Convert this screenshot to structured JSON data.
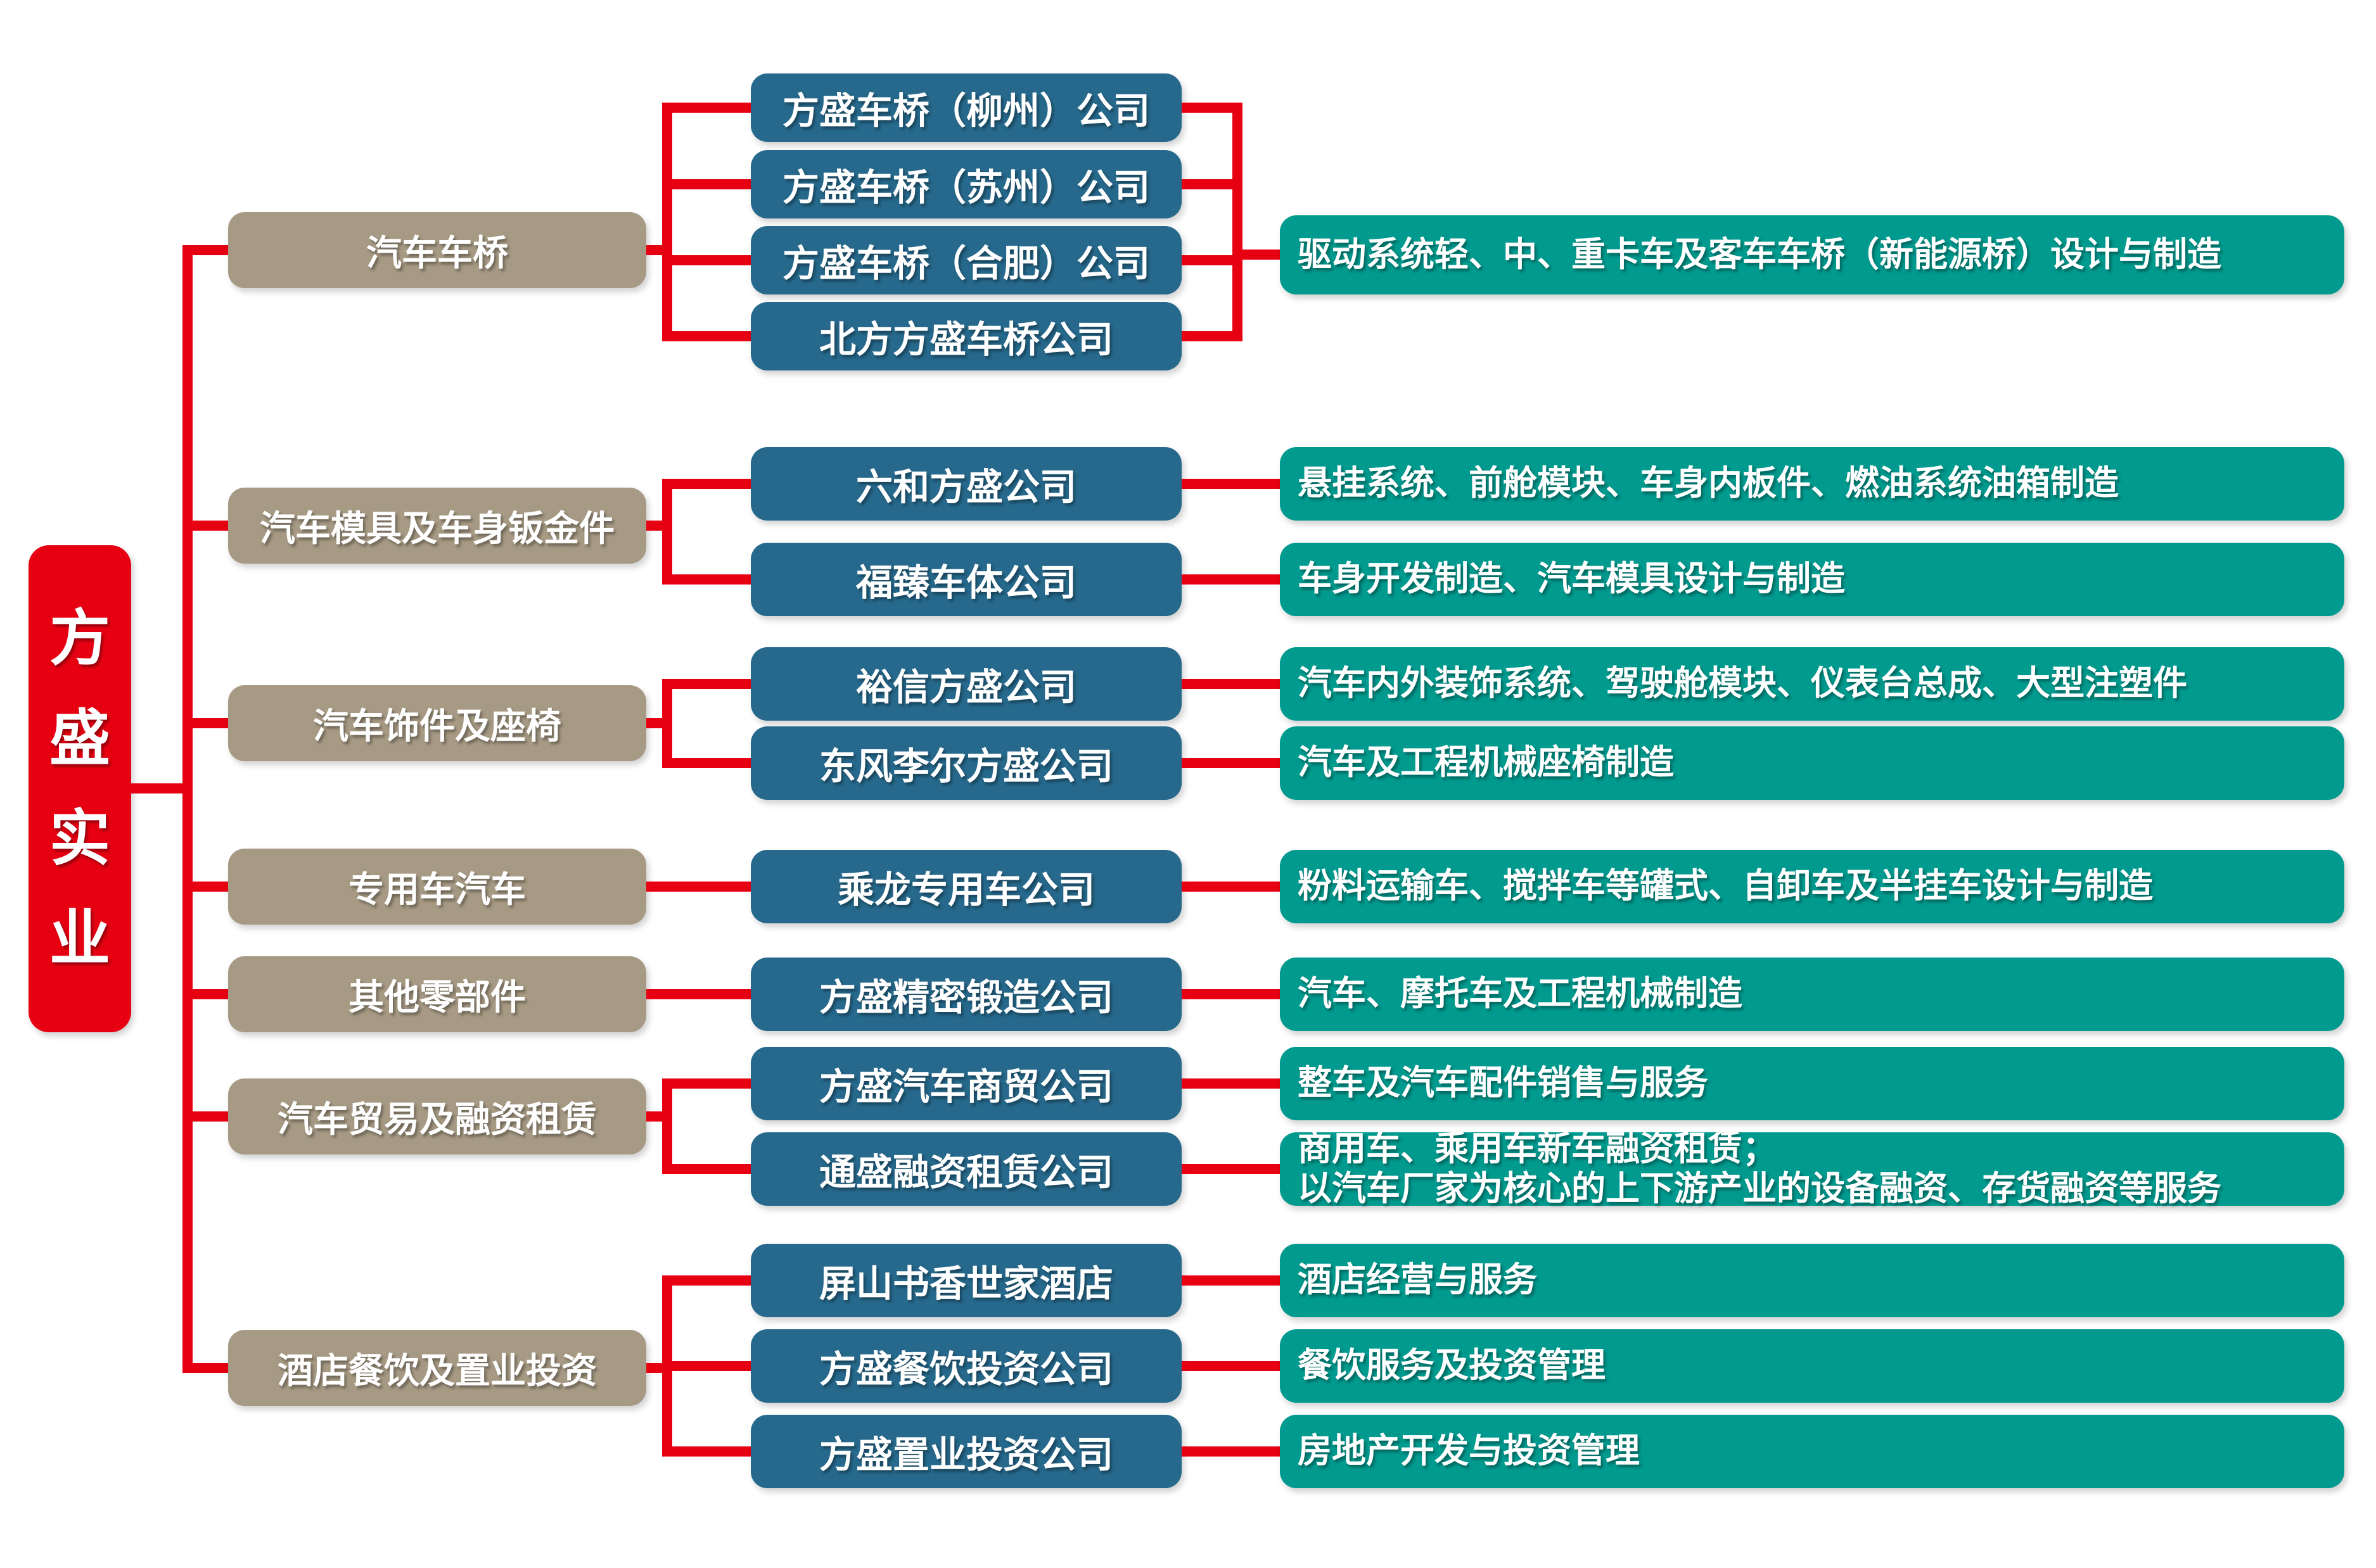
{
  "root": {
    "label": "方盛实业"
  },
  "palette": {
    "red": "#e60012",
    "tan": "#a79a84",
    "blue": "#26698c",
    "teal": "#009a8e",
    "text": "#ffffff"
  },
  "groups": [
    {
      "category": "汽车车桥",
      "companies": [
        "方盛车桥（柳州）公司",
        "方盛车桥（苏州）公司",
        "方盛车桥（合肥）公司",
        "北方方盛车桥公司"
      ],
      "descriptions": [
        "驱动系统轻、中、重卡车及客车车桥（新能源桥）设计与制造"
      ]
    },
    {
      "category": "汽车模具及车身钣金件",
      "companies": [
        "六和方盛公司",
        "福臻车体公司"
      ],
      "descriptions": [
        "悬挂系统、前舱模块、车身内板件、燃油系统油箱制造",
        "车身开发制造、汽车模具设计与制造"
      ]
    },
    {
      "category": "汽车饰件及座椅",
      "companies": [
        "裕信方盛公司",
        "东风李尔方盛公司"
      ],
      "descriptions": [
        "汽车内外装饰系统、驾驶舱模块、仪表台总成、大型注塑件",
        "汽车及工程机械座椅制造"
      ]
    },
    {
      "category": "专用车汽车",
      "companies": [
        "乘龙专用车公司"
      ],
      "descriptions": [
        "粉料运输车、搅拌车等罐式、自卸车及半挂车设计与制造"
      ]
    },
    {
      "category": "其他零部件",
      "companies": [
        "方盛精密锻造公司"
      ],
      "descriptions": [
        "汽车、摩托车及工程机械制造"
      ]
    },
    {
      "category": "汽车贸易及融资租赁",
      "companies": [
        "方盛汽车商贸公司",
        "通盛融资租赁公司"
      ],
      "descriptions": [
        "整车及汽车配件销售与服务",
        "商用车、乘用车新车融资租赁；\n以汽车厂家为核心的上下游产业的设备融资、存货融资等服务"
      ]
    },
    {
      "category": "酒店餐饮及置业投资",
      "companies": [
        "屏山书香世家酒店",
        "方盛餐饮投资公司",
        "方盛置业投资公司"
      ],
      "descriptions": [
        "酒店经营与服务",
        "餐饮服务及投资管理",
        "房地产开发与投资管理"
      ]
    }
  ]
}
